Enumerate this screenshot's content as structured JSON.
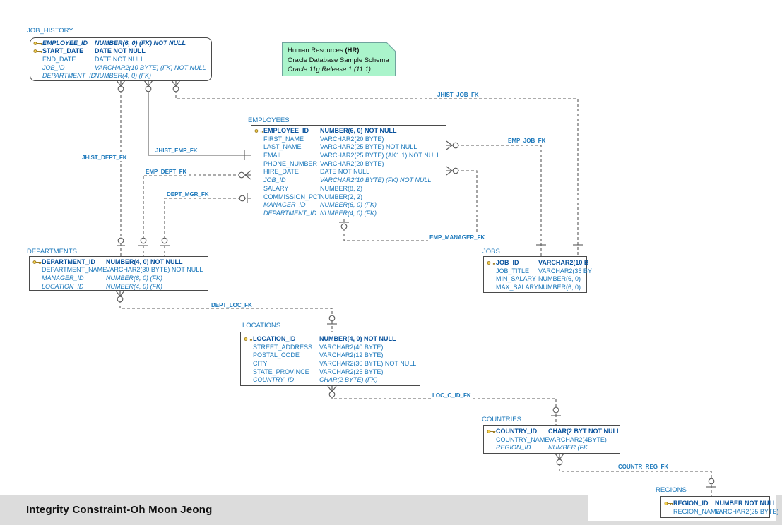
{
  "note": {
    "title": "Human Resources",
    "title_suffix": "(HR)",
    "line2": "Oracle Database Sample Schema",
    "line3": "Oracle 11g Release 1 (11.1)"
  },
  "footer": {
    "text": "Integrity Constraint-Oh Moon Jeong"
  },
  "colors": {
    "text_blue": "#1b78bb",
    "text_navy": "#07519c",
    "line_gray": "#5a5a5a",
    "note_fill": "#aaf4cb",
    "note_border": "#70a39e",
    "band_gray": "#dcdcdc",
    "key_gold": "#f6d34f",
    "key_outline": "#9c7a21"
  },
  "tables": [
    {
      "id": "job_history",
      "title": "JOB_HISTORY",
      "columns": [
        {
          "key": true,
          "bold": true,
          "italic": true,
          "name": "EMPLOYEE_ID",
          "type": "NUMBER(6, 0) (FK) NOT NULL"
        },
        {
          "key": true,
          "bold": true,
          "name": "START_DATE",
          "type": "DATE NOT NULL"
        },
        {
          "name": "END_DATE",
          "type": "DATE NOT NULL"
        },
        {
          "italic": true,
          "name": "JOB_ID",
          "type": "VARCHAR2(10 BYTE) (FK) NOT NULL"
        },
        {
          "italic": true,
          "name": "DEPARTMENT_ID",
          "type": "NUMBER(4, 0) (FK)"
        }
      ]
    },
    {
      "id": "employees",
      "title": "EMPLOYEES",
      "columns": [
        {
          "key": true,
          "bold": true,
          "name": "EMPLOYEE_ID",
          "type": "NUMBER(6, 0) NOT NULL"
        },
        {
          "name": "FIRST_NAME",
          "type": "VARCHAR2(20 BYTE)"
        },
        {
          "name": "LAST_NAME",
          "type": "VARCHAR2(25 BYTE) NOT NULL"
        },
        {
          "name": "EMAIL",
          "type": "VARCHAR2(25 BYTE) (AK1.1) NOT NULL"
        },
        {
          "name": "PHONE_NUMBER",
          "type": "VARCHAR2(20 BYTE)"
        },
        {
          "name": "HIRE_DATE",
          "type": "DATE NOT NULL"
        },
        {
          "italic": true,
          "name": "JOB_ID",
          "type": "VARCHAR2(10 BYTE) (FK) NOT NULL"
        },
        {
          "name": "SALARY",
          "type": "NUMBER(8, 2)"
        },
        {
          "name": "COMMISSION_PCT",
          "type": "NUMBER(2, 2)"
        },
        {
          "italic": true,
          "name": "MANAGER_ID",
          "type": "NUMBER(6, 0) (FK)"
        },
        {
          "italic": true,
          "name": "DEPARTMENT_ID",
          "type": "NUMBER(4, 0) (FK)"
        }
      ]
    },
    {
      "id": "departments",
      "title": "DEPARTMENTS",
      "columns": [
        {
          "key": true,
          "bold": true,
          "name": "DEPARTMENT_ID",
          "type": "NUMBER(4, 0) NOT NULL"
        },
        {
          "name": "DEPARTMENT_NAME",
          "type": "VARCHAR2(30 BYTE) NOT NULL"
        },
        {
          "italic": true,
          "name": "MANAGER_ID",
          "type": "NUMBER(6, 0) (FK)"
        },
        {
          "italic": true,
          "name": "LOCATION_ID",
          "type": "NUMBER(4, 0) (FK)"
        }
      ]
    },
    {
      "id": "jobs",
      "title": "JOBS",
      "columns": [
        {
          "key": true,
          "bold": true,
          "name": "JOB_ID",
          "type": "VARCHAR2(10 B"
        },
        {
          "name": "JOB_TITLE",
          "type": "VARCHAR2(35 BY"
        },
        {
          "name": "MIN_SALARY",
          "type": "NUMBER(6, 0)"
        },
        {
          "name": "MAX_SALARY",
          "type": "NUMBER(6, 0)"
        }
      ]
    },
    {
      "id": "locations",
      "title": "LOCATIONS",
      "columns": [
        {
          "key": true,
          "bold": true,
          "name": "LOCATION_ID",
          "type": "NUMBER(4, 0) NOT NULL"
        },
        {
          "name": "STREET_ADDRESS",
          "type": "VARCHAR2(40 BYTE)"
        },
        {
          "name": "POSTAL_CODE",
          "type": "VARCHAR2(12 BYTE)"
        },
        {
          "name": "CITY",
          "type": "VARCHAR2(30 BYTE) NOT NULL"
        },
        {
          "name": "STATE_PROVINCE",
          "type": "VARCHAR2(25 BYTE)"
        },
        {
          "italic": true,
          "name": "COUNTRY_ID",
          "type": "CHAR(2 BYTE) (FK)"
        }
      ]
    },
    {
      "id": "countries",
      "title": "COUNTRIES",
      "columns": [
        {
          "key": true,
          "bold": true,
          "name": "COUNTRY_ID",
          "type": "CHAR(2 BYT NOT NULL"
        },
        {
          "name": "COUNTRY_NAME",
          "type": "VARCHAR2(4BYTE)"
        },
        {
          "italic": true,
          "name": "REGION_ID",
          "type": "NUMBER (FK"
        }
      ]
    },
    {
      "id": "regions",
      "title": "REGIONS",
      "columns": [
        {
          "key": true,
          "bold": true,
          "name": "REGION_ID",
          "type": "NUMBER NOT NULL"
        },
        {
          "name": "REGION_NAME",
          "type": "VARCHAR2(25 BYTE)"
        }
      ]
    }
  ],
  "relationships": [
    {
      "id": "jhist_dept_fk",
      "label": "JHIST_DEPT_FK"
    },
    {
      "id": "jhist_emp_fk",
      "label": "JHIST_EMP_FK"
    },
    {
      "id": "jhist_job_fk",
      "label": "JHIST_JOB_FK"
    },
    {
      "id": "emp_job_fk",
      "label": "EMP_JOB_FK"
    },
    {
      "id": "emp_manager_fk",
      "label": "EMP_MANAGER_FK"
    },
    {
      "id": "emp_dept_fk",
      "label": "EMP_DEPT_FK"
    },
    {
      "id": "dept_mgr_fk",
      "label": "DEPT_MGR_FK"
    },
    {
      "id": "dept_loc_fk",
      "label": "DEPT_LOC_FK"
    },
    {
      "id": "loc_c_id_fk",
      "label": "LOC_C_ID_FK"
    },
    {
      "id": "countr_reg_fk",
      "label": "COUNTR_REG_FK"
    }
  ]
}
